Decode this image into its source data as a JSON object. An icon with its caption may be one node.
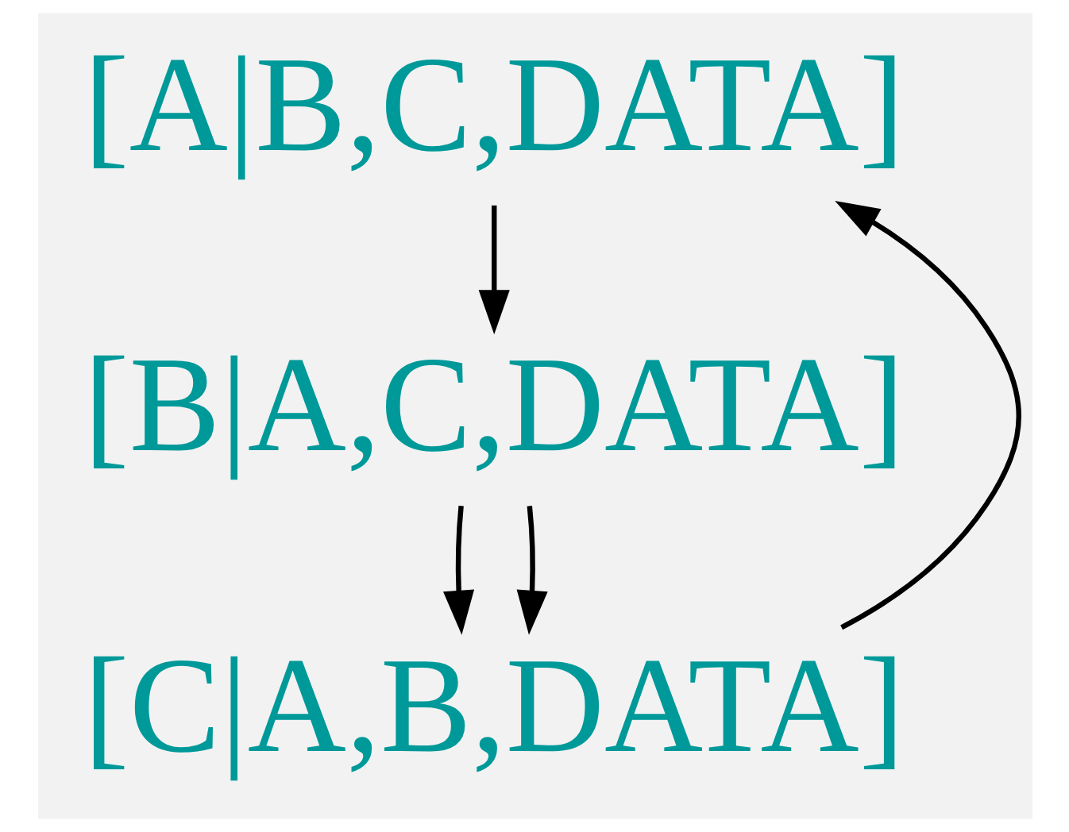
{
  "diagram": {
    "nodes": [
      {
        "text": [
          "[A|B,C,DATA]"
        ]
      },
      {
        "text": [
          "[B|A,C,DATA]"
        ]
      },
      {
        "text": [
          "[C|A,B,DATA]"
        ]
      }
    ],
    "edges": [
      {
        "from": 0,
        "to": 1,
        "arrow": "to"
      },
      {
        "from": 1,
        "to": 2,
        "arrow": "to"
      },
      {
        "from": 1,
        "to": 2,
        "arrow": "to"
      },
      {
        "from": 2,
        "to": 0,
        "arrow": "to"
      }
    ]
  }
}
